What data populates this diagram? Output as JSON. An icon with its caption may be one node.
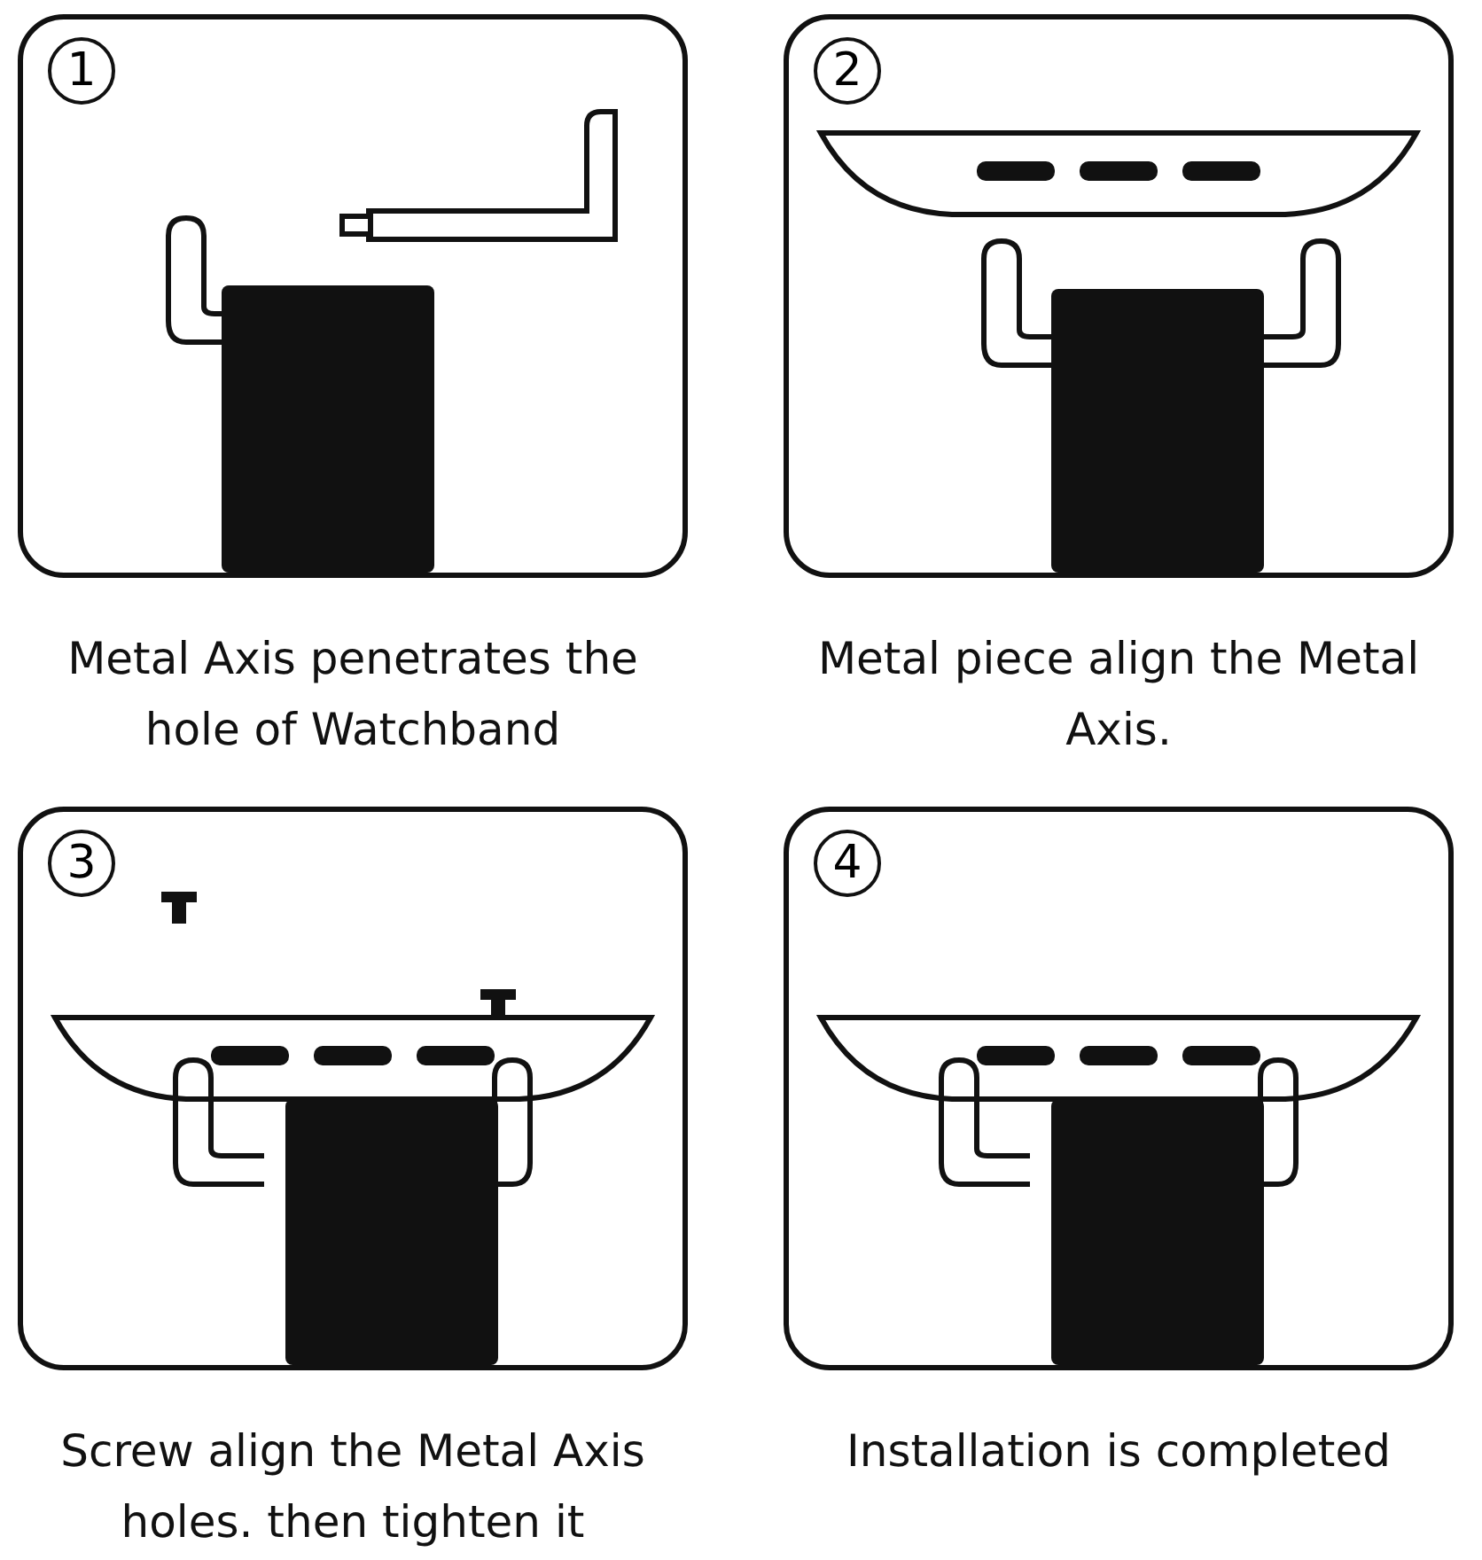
{
  "diagram": {
    "nodes": [
      {
        "text": [
          "1"
        ],
        "beside": [
          "Metal Axis penetrates the hole of Watchband"
        ]
      },
      {
        "text": [
          "2"
        ],
        "beside": [
          "Metal piece align the Metal Axis."
        ]
      },
      {
        "text": [
          "3"
        ],
        "beside": [
          "Screw align the Metal Axis holes. then tighten it"
        ]
      },
      {
        "text": [
          "4"
        ],
        "beside": [
          "Installation is completed"
        ]
      }
    ],
    "edges": []
  }
}
